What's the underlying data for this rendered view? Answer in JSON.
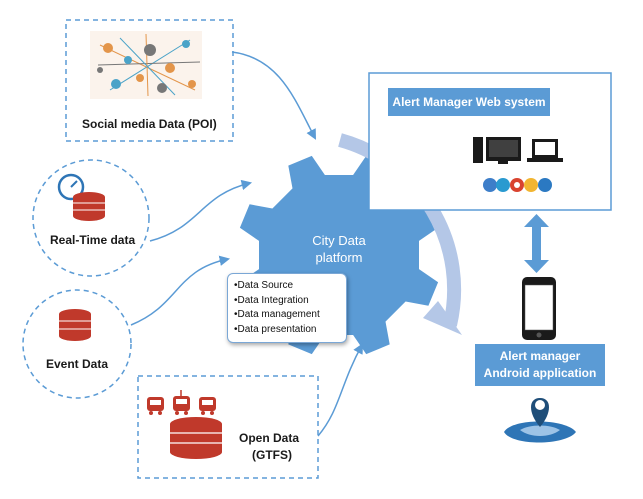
{
  "social_media": {
    "label": "Social media Data (POI)",
    "icon": "social-network-icon"
  },
  "realtime": {
    "label": "Real-Time data",
    "icon": "realtime-database-icon"
  },
  "event": {
    "label": "Event Data",
    "icon": "database-icon"
  },
  "open_data": {
    "line1": "Open Data",
    "line2": "(GTFS)",
    "icon": "transit-database-icon"
  },
  "platform": {
    "line1": "City Data",
    "line2": "platform",
    "features": [
      "•Data Source",
      "•Data Integration",
      "•Data management",
      "•Data presentation"
    ]
  },
  "web_system": {
    "title": "Alert Manager Web system",
    "icons": [
      "desktop-computer-icon",
      "laptop-icon",
      "browser-logos-icon"
    ]
  },
  "android": {
    "line1": "Alert manager",
    "line2": "Android application",
    "icons": [
      "smartphone-icon",
      "map-pin-icon"
    ]
  },
  "colors": {
    "accent": "#5b9bd5",
    "gear": "#5b9bd5",
    "arc": "#b4c7e7",
    "database": "#c0392b",
    "dashed": "#5b9bd5"
  }
}
